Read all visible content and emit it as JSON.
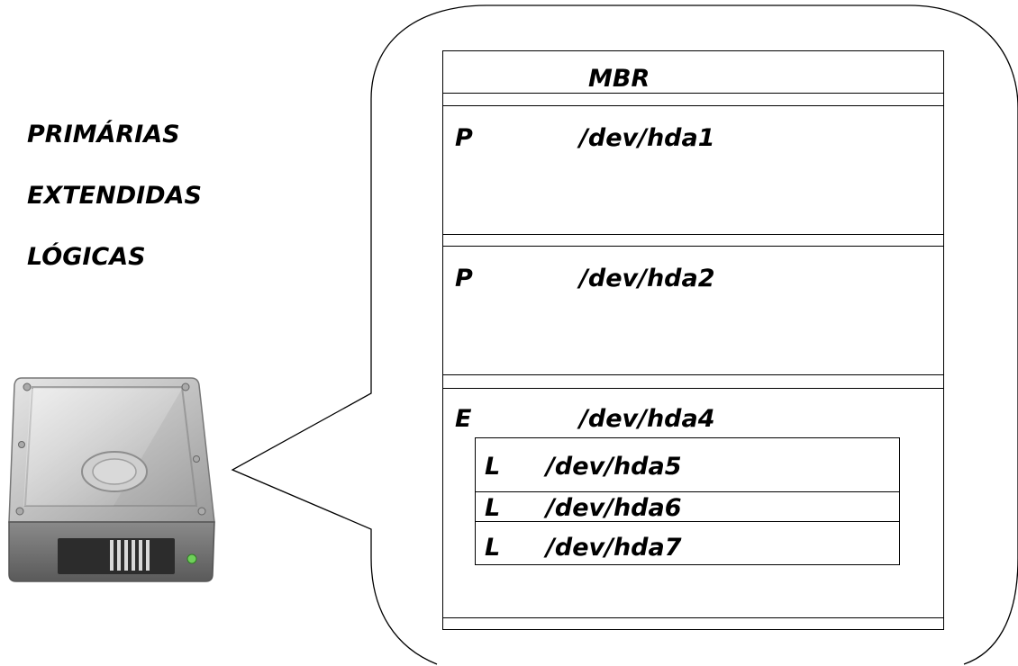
{
  "legend": {
    "primarias": "PRIMÁRIAS",
    "extendidas": "EXTENDIDAS",
    "logicas": "LÓGICAS"
  },
  "table": {
    "mbr": "MBR",
    "rows": [
      {
        "type": "P",
        "device": "/dev/hda1"
      },
      {
        "type": "P",
        "device": "/dev/hda2"
      },
      {
        "type": "E",
        "device": "/dev/hda4"
      }
    ],
    "logical": [
      {
        "type": "L",
        "device": "/dev/hda5"
      },
      {
        "type": "L",
        "device": "/dev/hda6"
      },
      {
        "type": "L",
        "device": "/dev/hda7"
      }
    ]
  },
  "icons": {
    "disk": "hard-drive-icon"
  }
}
